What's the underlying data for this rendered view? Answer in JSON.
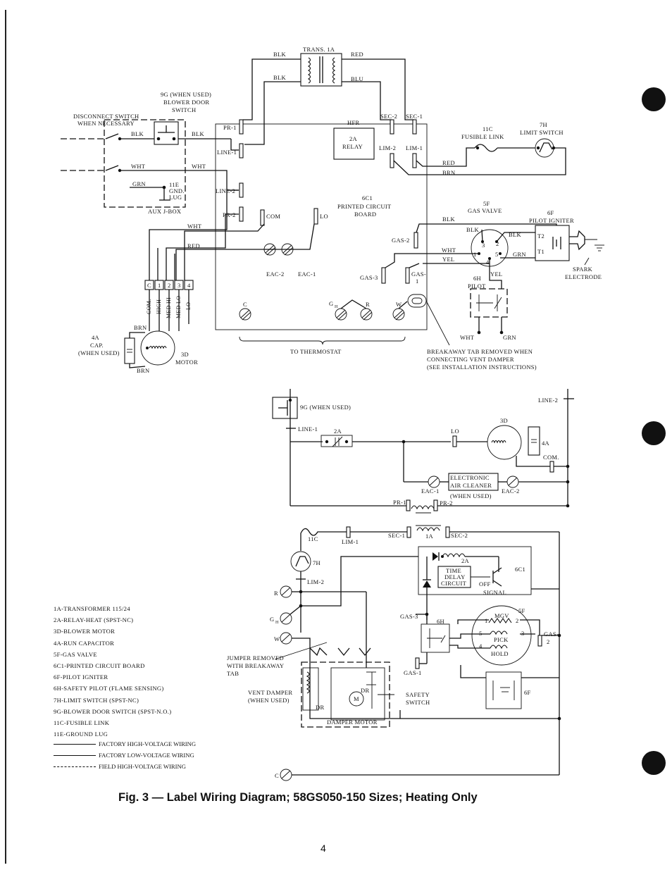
{
  "figure": {
    "caption": "Fig. 3 — Label Wiring Diagram; 58GS050-150 Sizes; Heating Only",
    "page_number": "4"
  },
  "top_diagram": {
    "transformer": "TRANS. 1A",
    "wire_blk_1": "BLK",
    "wire_red_1": "RED",
    "wire_blk_2": "BLK",
    "wire_blu": "BLU",
    "blower_switch_1": "9G (WHEN USED)",
    "blower_switch_2": "BLOWER DOOR",
    "blower_switch_3": "SWITCH",
    "disconnect_1": "DISCONNECT SWITCH",
    "disconnect_2": "WHEN NECESSARY",
    "blk_a": "BLK",
    "blk_b": "BLK",
    "wht_a": "WHT",
    "wht_b": "WHT",
    "grn": "GRN",
    "ground_1": "11E",
    "ground_2": "GND.",
    "ground_3": "LUG",
    "aux_jbox": "AUX J-BOX",
    "pr1": "PR-1",
    "line1": "LINE-1",
    "line2": "LINE-2",
    "pr2": "PR-2",
    "com": "COM",
    "lo": "LO",
    "hfr": "HFR",
    "relay_2a": "2A",
    "relay": "RELAY",
    "sec2": "SEC-2",
    "sec1": "SEC-1",
    "lim2": "LIM-2",
    "lim1": "LIM-1",
    "fusible_1": "11C",
    "fusible_2": "FUSIBLE LINK",
    "limit_1": "7H",
    "limit_2": "LIMIT SWITCH",
    "red_w": "RED",
    "brn_w": "BRN",
    "pcb_1": "6C1",
    "pcb_2": "PRINTED CIRCUIT",
    "pcb_3": "BOARD",
    "gasvalve_1": "5F",
    "gasvalve_2": "GAS VALVE",
    "igniter_1": "6F",
    "igniter_2": "PILOT IGNITER",
    "blk_gv": "BLK",
    "blk_gv2": "BLK",
    "blk_ig": "BLK",
    "gas2": "GAS-2",
    "wht_gv": "WHT",
    "yel_gv": "YEL",
    "grn_gv": "GRN",
    "t2": "T2",
    "t1": "T1",
    "pin1": "1",
    "pin2": "2",
    "pin3": "3",
    "pin4": "4",
    "pin5": "5",
    "spark_1": "SPARK",
    "spark_2": "ELECTRODE",
    "eac2": "EAC-2",
    "eac1": "EAC-1",
    "gas3": "GAS-3",
    "gas1": "GAS-",
    "gas1b": "1",
    "pilot_1": "6H",
    "pilot_2": "PILOT",
    "yel_p": "YEL",
    "wht_p": "WHT",
    "grn_p": "GRN",
    "wht_main": "WHT",
    "red_main": "RED",
    "t_c": "C",
    "t_gh": "G",
    "t_gh_sub": "H",
    "t_r": "R",
    "t_w": "W",
    "to_thermostat": "TO THERMOSTAT",
    "breakaway_1": "BREAKAWAY TAB REMOVED WHEN",
    "breakaway_2": "CONNECTING VENT DAMPER",
    "breakaway_3": "(SEE INSTALLATION INSTRUCTIONS)",
    "term_c": "C",
    "term_1": "1",
    "term_2": "2",
    "term_3": "3",
    "term_4": "4",
    "motor_com": "COM.",
    "motor_high": "HIGH",
    "motor_medhi": "MED HI",
    "motor_medlo": "MED LO",
    "motor_lo": "LO",
    "brn_1": "BRN",
    "brn_2": "BRN",
    "cap_1": "4A",
    "cap_2": "CAP.",
    "cap_3": "(WHEN USED)",
    "motor_1": "3D",
    "motor_2": "MOTOR"
  },
  "middle_diagram": {
    "sw_9g": "9G (WHEN USED)",
    "line1": "LINE-1",
    "relay_2a": "2A",
    "lo": "LO",
    "motor_3d": "3D",
    "cap_4a": "4A",
    "line2": "LINE-2",
    "com": "COM.",
    "eac_1": "ELECTRONIC",
    "eac_2": "AIR CLEANER",
    "eac_3": "(WHEN USED)",
    "eac1": "EAC-1",
    "eac2": "EAC-2",
    "pr1": "PR-1",
    "pr2": "PR-2"
  },
  "bottom_diagram": {
    "fusible": "11C",
    "lim1": "LIM-1",
    "sec1": "SEC-1",
    "trans": "1A",
    "sec2": "SEC-2",
    "limit": "7H",
    "lim2": "LIM-2",
    "relay": "2A",
    "pcb": "6C1",
    "tdc_1": "TIME",
    "tdc_2": "DELAY",
    "tdc_3": "CIRCUIT",
    "off": "OFF",
    "signal": "SIGNAL",
    "t_r": "R",
    "t_g": "G",
    "t_g_sub": "H",
    "t_w": "W",
    "gas3": "GAS-3",
    "pilot": "6H",
    "valve": "5F",
    "mgv": "MGV",
    "pick": "PICK",
    "hold": "HOLD",
    "p1": "1",
    "p2": "2",
    "p3": "3",
    "p4": "4",
    "p5": "5",
    "gas2_a": "GAS-",
    "gas2_b": "2",
    "jumper_1": "JUMPER REMOVED",
    "jumper_2": "WITH BREAKAWAY",
    "jumper_3": "TAB",
    "vent_1": "VENT DAMPER",
    "vent_2": "(WHEN USED)",
    "dr_a": "DR",
    "dr_b": "DR",
    "m": "M",
    "gas1": "GAS-1",
    "safety_1": "SAFETY",
    "safety_2": "SWITCH",
    "damper_motor": "DAMPER MOTOR",
    "igniter": "6F",
    "t_c": "C"
  },
  "legend": {
    "items": [
      "1A-TRANSFORMER 115/24",
      "2A-RELAY-HEAT (SPST-NC)",
      "3D-BLOWER MOTOR",
      "4A-RUN CAPACITOR",
      "5F-GAS VALVE",
      "6C1-PRINTED CIRCUIT BOARD",
      "6F-PILOT IGNITER",
      "6H-SAFETY PILOT (FLAME SENSING)",
      "7H-LIMIT SWITCH (SPST-NC)",
      "9G-BLOWER DOOR SWITCH (SPST-N.O.)",
      "11C-FUSIBLE LINK",
      "11E-GROUND LUG"
    ],
    "wiring": [
      "FACTORY HIGH-VOLTAGE WIRING",
      "FACTORY LOW-VOLTAGE WIRING",
      "FIELD HIGH-VOLTAGE WIRING"
    ]
  }
}
